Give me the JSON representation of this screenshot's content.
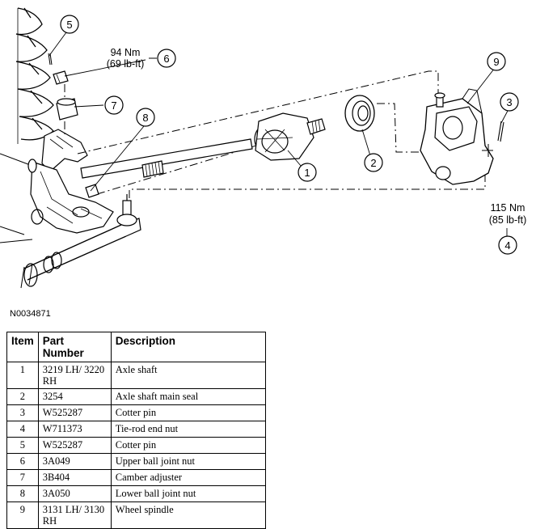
{
  "callouts": [
    {
      "num": "1",
      "label": "axle-shaft"
    },
    {
      "num": "2",
      "label": "axle-shaft-main-seal"
    },
    {
      "num": "3",
      "label": "cotter-pin"
    },
    {
      "num": "4",
      "label": "tie-rod-end-nut"
    },
    {
      "num": "5",
      "label": "cotter-pin"
    },
    {
      "num": "6",
      "label": "upper-ball-joint-nut"
    },
    {
      "num": "7",
      "label": "camber-adjuster"
    },
    {
      "num": "8",
      "label": "lower-ball-joint-nut"
    },
    {
      "num": "9",
      "label": "wheel-spindle"
    }
  ],
  "torque": {
    "upper_nm": "94 Nm",
    "upper_lbft": "(69 lb-ft)",
    "lower_nm": "115 Nm",
    "lower_lbft": "(85 lb-ft)"
  },
  "figure_id": "N0034871",
  "table": {
    "headers": [
      "Item",
      "Part Number",
      "Description"
    ],
    "rows": [
      {
        "item": "1",
        "part": "3219 LH/ 3220 RH",
        "desc": "Axle shaft"
      },
      {
        "item": "2",
        "part": "3254",
        "desc": "Axle shaft main seal"
      },
      {
        "item": "3",
        "part": "W525287",
        "desc": "Cotter pin"
      },
      {
        "item": "4",
        "part": "W711373",
        "desc": "Tie-rod end nut"
      },
      {
        "item": "5",
        "part": "W525287",
        "desc": "Cotter pin"
      },
      {
        "item": "6",
        "part": "3A049",
        "desc": "Upper ball joint nut"
      },
      {
        "item": "7",
        "part": "3B404",
        "desc": "Camber adjuster"
      },
      {
        "item": "8",
        "part": "3A050",
        "desc": "Lower ball joint nut"
      },
      {
        "item": "9",
        "part": "3131 LH/ 3130 RH",
        "desc": "Wheel spindle"
      }
    ]
  }
}
